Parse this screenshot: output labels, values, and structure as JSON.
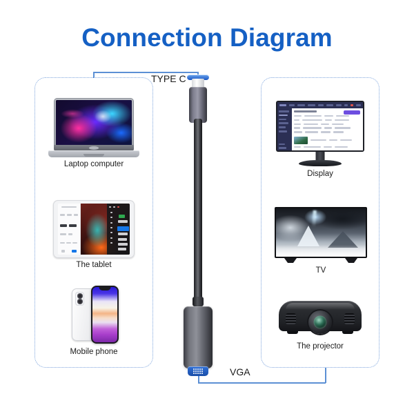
{
  "title": "Connection Diagram",
  "accent_color": "#1560c4",
  "panel_border_color": "#7da4dd",
  "link_line_color": "#5b8fd4",
  "labels": {
    "type_c": "TYPE C",
    "vga": "VGA"
  },
  "sources": {
    "panel_name": "source-devices",
    "items": [
      {
        "id": "laptop",
        "label": "Laptop computer",
        "icon": "laptop-icon"
      },
      {
        "id": "tablet",
        "label": "The tablet",
        "icon": "tablet-icon"
      },
      {
        "id": "phone",
        "label": "Mobile phone",
        "icon": "mobile-phone-icon"
      }
    ]
  },
  "targets": {
    "panel_name": "output-devices",
    "items": [
      {
        "id": "display",
        "label": "Display",
        "icon": "monitor-icon"
      },
      {
        "id": "tv",
        "label": "TV",
        "icon": "tv-icon"
      },
      {
        "id": "projector",
        "label": "The projector",
        "icon": "projector-icon"
      }
    ]
  },
  "adapter": {
    "input_connector": "USB Type-C",
    "output_connector": "VGA",
    "cable_color": "#4a4c51",
    "body_color": "#8f9199",
    "vga_port_color": "#2f6fd6",
    "usbc_tip_color": "#1a57c4"
  }
}
